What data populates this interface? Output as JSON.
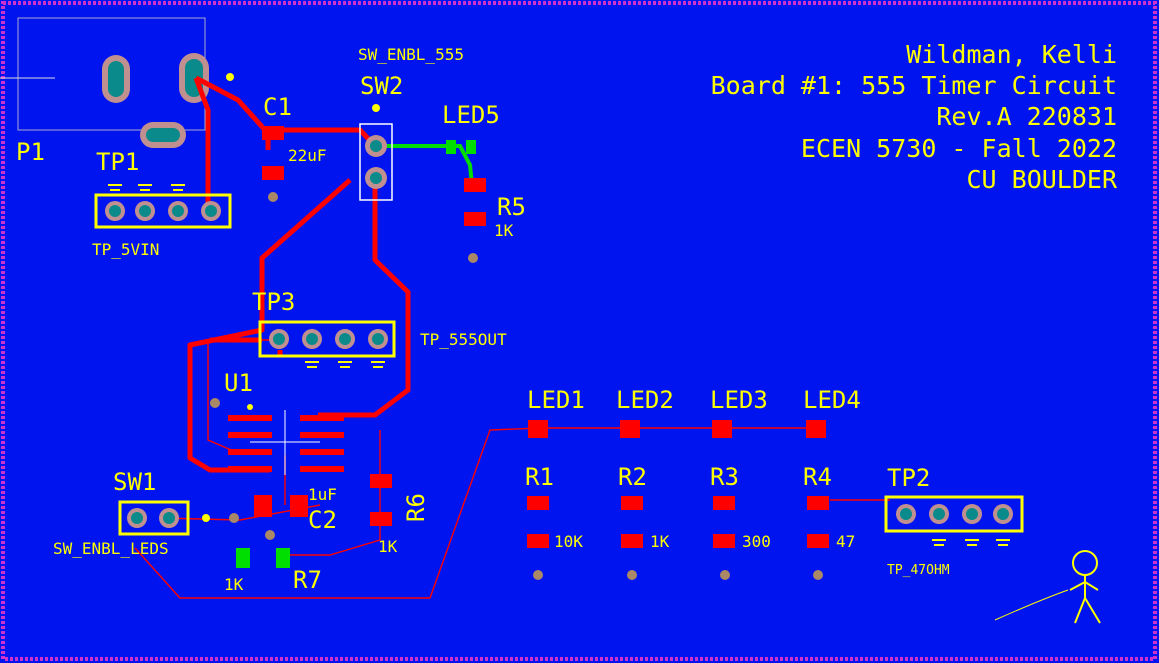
{
  "title_block": {
    "line1": "Wildman, Kelli",
    "line2": "Board #1: 555 Timer Circuit",
    "line3": "Rev.A 220831",
    "line4": "ECEN 5730 - Fall 2022",
    "line5": "CU BOULDER"
  },
  "labels": {
    "p1": "P1",
    "tp1": "TP1",
    "tp1_name": "TP_5VIN",
    "c1": "C1",
    "c1_value": "22uF",
    "sw2_name": "SW_ENBL_555",
    "sw2": "SW2",
    "led5": "LED5",
    "r5": "R5",
    "r5_value": "1K",
    "tp3": "TP3",
    "tp3_name": "TP_555OUT",
    "u1": "U1",
    "sw1": "SW1",
    "sw1_name": "SW_ENBL_LEDS",
    "c2_value": "1uF",
    "c2": "C2",
    "r6": "R6",
    "r6_value": "1K",
    "r7": "R7",
    "r7_value": "1K",
    "led1": "LED1",
    "led2": "LED2",
    "led3": "LED3",
    "led4": "LED4",
    "r1": "R1",
    "r2": "R2",
    "r3": "R3",
    "r4": "R4",
    "r1_value": "10K",
    "r2_value": "1K",
    "r3_value": "300",
    "r4_value": "47",
    "tp2": "TP2",
    "tp2_name": "TP_47OHM"
  },
  "colors": {
    "background": "#0014f0",
    "silkscreen": "#ffff00",
    "copper": "#ff0000",
    "bottom_copper": "#00dd00",
    "pad": "#0a8a8a",
    "board_edge": "#cc33cc"
  }
}
